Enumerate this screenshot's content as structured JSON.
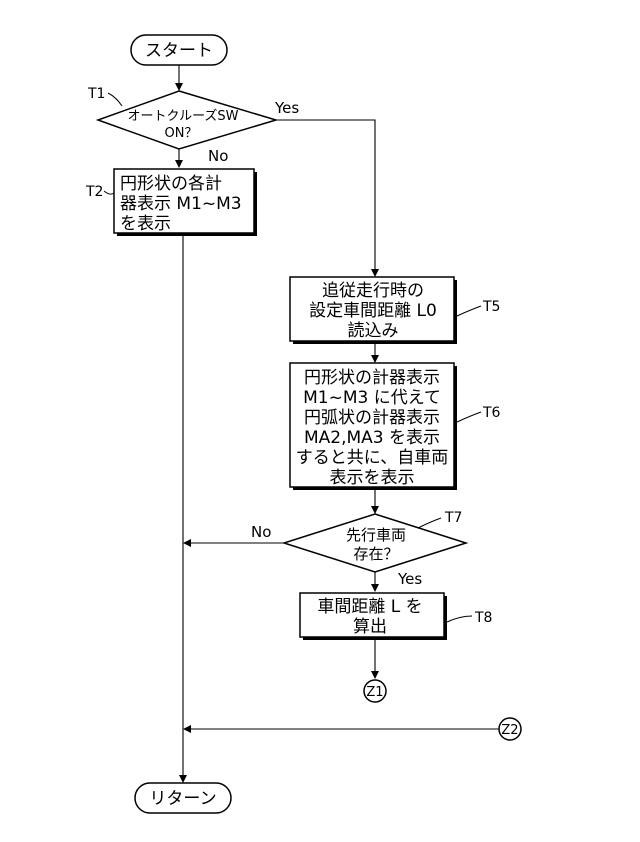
{
  "start": "スタート",
  "end": "リターン",
  "t1": {
    "tag": "T1",
    "lines": [
      "オートクルーズSW",
      "ON？"
    ],
    "yes": "Yes",
    "no": "No"
  },
  "t2": {
    "tag": "T2",
    "lines": [
      "円形状の各計",
      "器表示 M1~M3",
      "を表示"
    ]
  },
  "t5": {
    "tag": "T5",
    "lines": [
      "追従走行時の",
      "設定車間距離 L0",
      "読込み"
    ]
  },
  "t6": {
    "tag": "T6",
    "lines": [
      "円形状の計器表示",
      "M1~M3 に代えて",
      "円弧状の計器表示",
      "MA2,MA3 を表示",
      "すると共に、自車両",
      "表示を表示"
    ]
  },
  "t7": {
    "tag": "T7",
    "lines": [
      "先行車両",
      "存在？"
    ],
    "yes": "Yes",
    "no": "No"
  },
  "t8": {
    "tag": "T8",
    "lines": [
      "車間距離 L を",
      "算出"
    ]
  },
  "z1": "Z1",
  "z2": "Z2"
}
